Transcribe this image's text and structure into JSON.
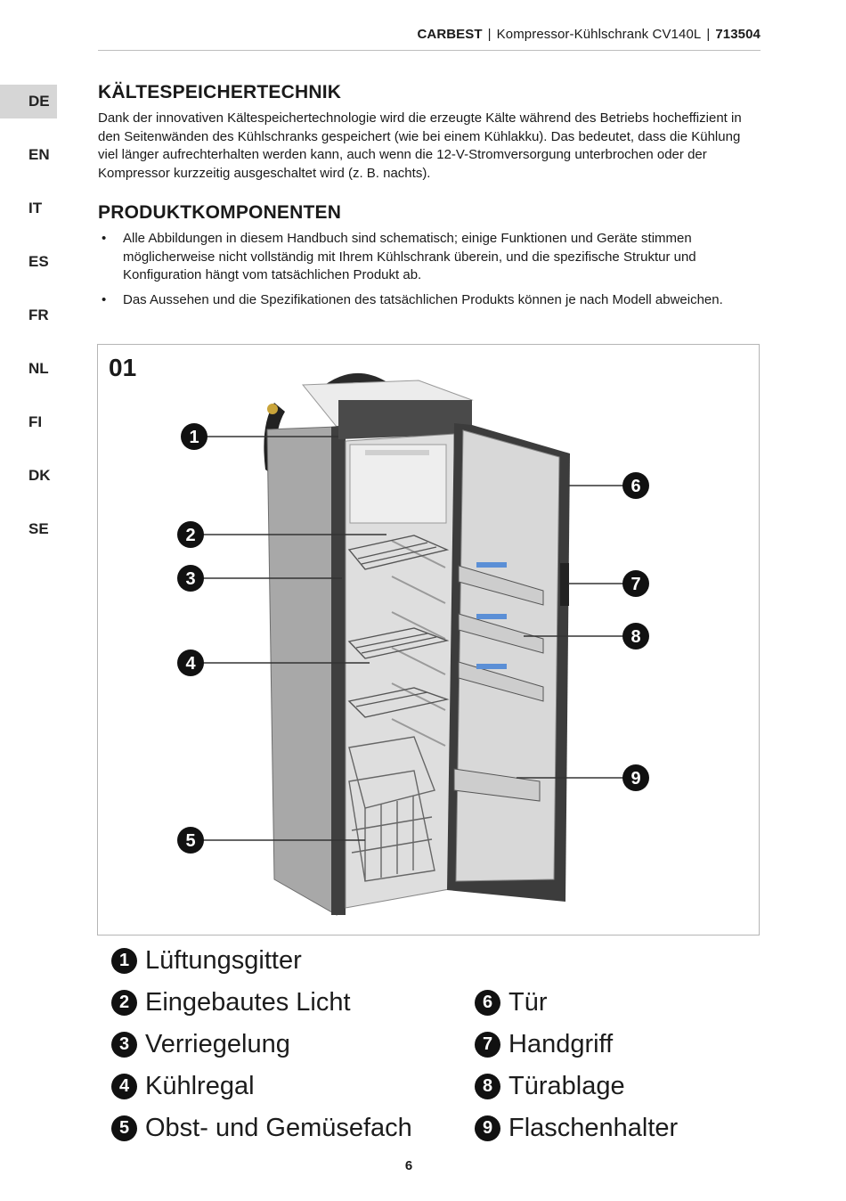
{
  "header": {
    "brand": "CARBEST",
    "separator": "|",
    "product": "Kompressor-Kühlschrank CV140L",
    "code": "713504"
  },
  "languages": [
    "DE",
    "EN",
    "IT",
    "ES",
    "FR",
    "NL",
    "FI",
    "DK",
    "SE"
  ],
  "active_language": "DE",
  "section1": {
    "title": "KÄLTESPEICHERTECHNIK",
    "text": "Dank der innovativen Kältespeichertechnologie wird die erzeugte Kälte während des Betriebs hocheffizient in den Seitenwänden des Kühlschranks gespeichert (wie bei einem Kühlakku). Das bedeutet, dass die Kühlung viel länger aufrechterhalten werden kann, auch wenn die 12-V-Stromversorgung unterbrochen oder der Kompressor kurzzeitig ausgeschaltet wird (z. B. nachts)."
  },
  "section2": {
    "title": "PRODUKTKOMPONENTEN",
    "bullet_symbol": "•",
    "bullets": [
      "Alle Abbildungen in diesem Handbuch sind schematisch; einige Funktionen und Geräte stimmen möglicherweise nicht vollständig mit Ihrem Kühlschrank überein, und die spezifische Struktur und Konfiguration hängt vom tatsächlichen Produkt ab.",
      "Das Aussehen und die Spezifikationen des tatsächlichen Produkts können je nach Modell abweichen."
    ]
  },
  "figure": {
    "number": "01",
    "callouts": [
      "1",
      "2",
      "3",
      "4",
      "5",
      "6",
      "7",
      "8",
      "9"
    ]
  },
  "legend": [
    {
      "num": "1",
      "label": "Lüftungsgitter"
    },
    {
      "num": "2",
      "label": "Eingebautes Licht"
    },
    {
      "num": "3",
      "label": "Verriegelung"
    },
    {
      "num": "4",
      "label": "Kühlregal"
    },
    {
      "num": "5",
      "label": "Obst- und Gemüsefach"
    },
    {
      "num": "6",
      "label": "Tür"
    },
    {
      "num": "7",
      "label": "Handgriff"
    },
    {
      "num": "8",
      "label": "Türablage"
    },
    {
      "num": "9",
      "label": "Flaschenhalter"
    }
  ],
  "page_number": "6",
  "colors": {
    "text": "#1a1a1a",
    "active_language_bg": "#d6d6d6",
    "rule": "#bdbdbd",
    "fridge_dark": "#4a4a4a",
    "shelf_accent": "#5b8fd6"
  }
}
